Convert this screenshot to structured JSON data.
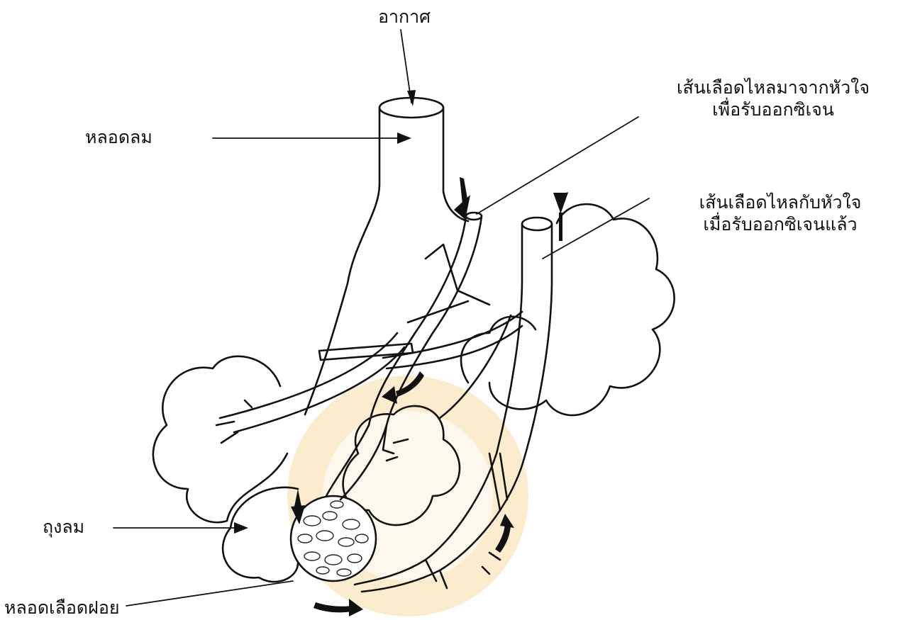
{
  "labels": {
    "air": "อากาศ",
    "trachea": "หลอดลม",
    "vessel_in_line1": "เส้นเลือดไหลมาจากหัวใจ",
    "vessel_in_line2": "เพื่อรับออกซิเจน",
    "vessel_out_line1": "เส้นเลือดไหลกับหัวใจ",
    "vessel_out_line2": "เมื่อรับออกซิเจนแล้ว",
    "alveolus": "ถุงลม",
    "capillary": "หลอดเลือดฝอย"
  },
  "colors": {
    "ink": "#111111",
    "background": "#ffffff",
    "watermark": "#f6c873"
  }
}
